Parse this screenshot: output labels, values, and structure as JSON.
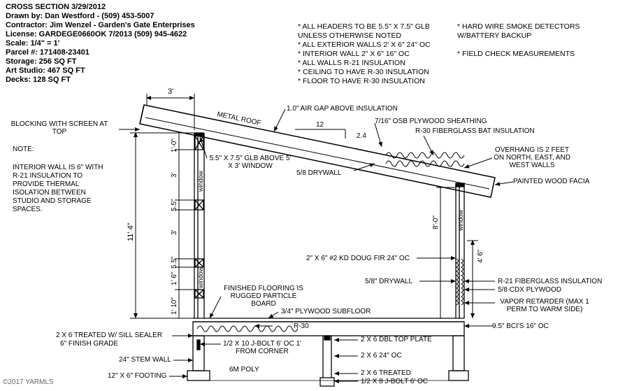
{
  "header": {
    "lines": [
      "CROSS SECTION 3/29/2012",
      "Drawn by: Dan Westford - (509) 453-5007",
      "Contractor:  Jim Wenzel - Garden's Gate Enterprises",
      "License:  GARDEGE0660OK 7/2013 (509) 945-4622",
      "Scale: 1/4\" = 1'",
      "Parcel #: 171408-23401",
      "Storage: 256 SQ FT",
      "Art Studio: 467 SQ FT",
      "Decks: 128 SQ FT"
    ]
  },
  "notes_center": [
    "* ALL HEADERS TO BE 5.5\" X 7.5\" GLB",
    "   UNLESS OTHERWISE NOTED",
    "* ALL EXTERIOR WALLS 2' X 6\" 24\" OC",
    "* INTERIOR WALL 2\" X 6\" 16\" OC",
    "* ALL WALLS R-21 INSULATION",
    "* CEILING TO HAVE R-30 INSULATION",
    "* FLOOR TO HAVE R-30 INSULATION"
  ],
  "notes_right": [
    "* HARD WIRE SMOKE DETECTORS",
    "   W/BATTERY BACKUP",
    "",
    "* FIELD CHECK MEASUREMENTS"
  ],
  "side_note": {
    "title": "NOTE:",
    "text": "INTERIOR WALL IS 6\" WITH R-21 INSULATION TO PROVIDE THERMAL ISOLATION BETWEEN STUDIO AND STORAGE SPACES."
  },
  "labels": {
    "blocking": "BLOCKING WITH SCREEN AT TOP",
    "metal_roof": "METAL ROOF",
    "air_gap": "1.0\" AIR GAP ABOVE INSULATION",
    "osb": "7/16\" OSB PLYWOOD SHEATHING",
    "r30_bat": "R-30 FIBERGLASS BAT INSULATION",
    "overhang": "OVERHANG IS 2 FEET ON NORTH, EAST, AND WEST WALLS",
    "facia": "PAINTED WOOD FACIA",
    "glb": "5.5\" X 7.5\" GLB ABOVE 5' X 3' WINDOW",
    "drywall_ceiling": "5/8 DRYWALL",
    "stud": "2\" X 6\" #2 KD DOUG FIR 24\" OC",
    "drywall_wall": "5/8\" DRYWALL",
    "r21": "R-21 FIBERGLASS INSULATION",
    "cdx": "5/8 CDX PLYWOOD",
    "vapor": "VAPOR RETARDER (MAX 1 PERM TO WARM SIDE)",
    "finished_floor": "FINISHED FLOORING IS RUGGED PARTICLE BOARD",
    "subfloor": "3/4\" PLYWOOD SUBFLOOR",
    "r30": "R-30",
    "bci": "9.5\" BCI'S 16\" OC",
    "sill": "2 X 6 TREATED W/ SILL SEALER",
    "grade": "6\" FINISH GRADE",
    "jbolt10": "1/2 X 10 J-BOLT 6' OC 1' FROM CORNER",
    "top_plate": "2 X 6 DBL TOP PLATE",
    "stem_wall": "24\" STEM WALL",
    "stud24": "2 X 6 24\" OC",
    "footing": "12\" X 6\" FOOTING",
    "poly": "6M POLY",
    "treated": "2 X 6 TREATED",
    "jbolt8": "1/2 X 8 J-BOLT 6' OC",
    "window": "window"
  },
  "dimensions": {
    "overhang_3": "3'",
    "pitch_run": "12",
    "pitch_rise": "2.4",
    "total_height": "11' 4\"",
    "d_1_0": "1'-0\"",
    "d_3_a": "3'",
    "d_5_5_a": "5.5\"",
    "d_3_b": "3'",
    "d_5_5_b": "5.5\"",
    "d_1_6": "1' 6\"",
    "d_1_10": "1' 10\"",
    "d_8_0": "8'-0\"",
    "d_4_6": "4' 6\""
  },
  "watermark": "©2017 YARMLS"
}
